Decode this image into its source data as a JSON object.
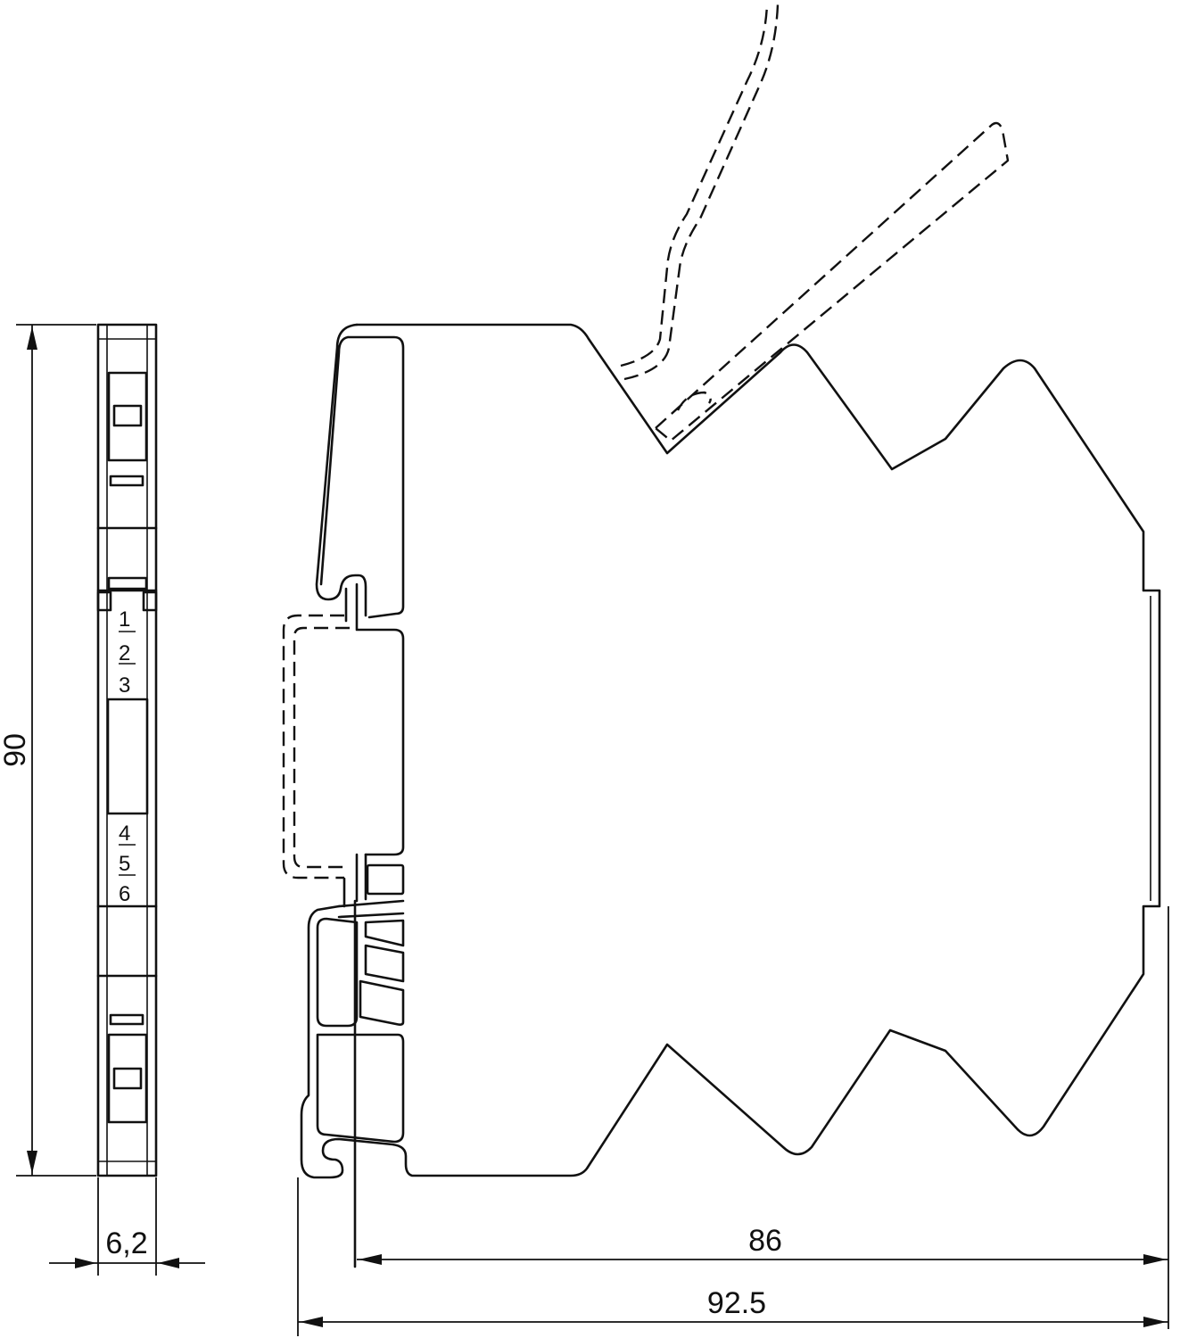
{
  "dimensions": {
    "height": "90",
    "width": "6,2",
    "depth_rail": "86",
    "depth_total": "92.5"
  },
  "terminals": {
    "upper": [
      "1",
      "2",
      "3"
    ],
    "lower": [
      "4",
      "5",
      "6"
    ]
  }
}
